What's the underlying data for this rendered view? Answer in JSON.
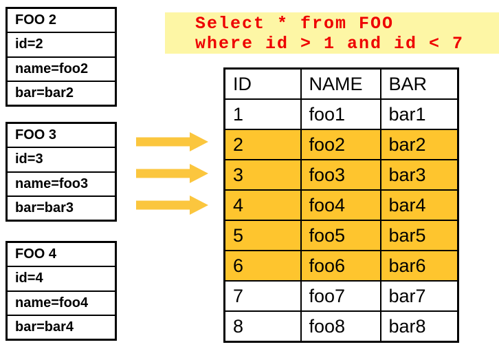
{
  "colors": {
    "highlight_row": "#FEC52E",
    "arrow": "#FBC63E",
    "sql_bg": "#FDF6A5",
    "sql_text": "#EE0000",
    "border": "#000000"
  },
  "record_boxes": [
    {
      "title": "FOO 2",
      "fields": [
        "id=2",
        "name=foo2",
        "bar=bar2"
      ]
    },
    {
      "title": "FOO 3",
      "fields": [
        "id=3",
        "name=foo3",
        "bar=bar3"
      ]
    },
    {
      "title": "FOO 4",
      "fields": [
        "id=4",
        "name=foo4",
        "bar=bar4"
      ]
    }
  ],
  "sql_query": {
    "line1": "Select * from FOO",
    "line2": "where id > 1 and id < 7"
  },
  "table": {
    "headers": {
      "id": "ID",
      "name": "NAME",
      "bar": "BAR"
    },
    "rows": [
      {
        "id": "1",
        "name": "foo1",
        "bar": "bar1",
        "highlighted": false
      },
      {
        "id": "2",
        "name": "foo2",
        "bar": "bar2",
        "highlighted": true
      },
      {
        "id": "3",
        "name": "foo3",
        "bar": "bar3",
        "highlighted": true
      },
      {
        "id": "4",
        "name": "foo4",
        "bar": "bar4",
        "highlighted": true
      },
      {
        "id": "5",
        "name": "foo5",
        "bar": "bar5",
        "highlighted": true
      },
      {
        "id": "6",
        "name": "foo6",
        "bar": "bar6",
        "highlighted": true
      },
      {
        "id": "7",
        "name": "foo7",
        "bar": "bar7",
        "highlighted": false
      },
      {
        "id": "8",
        "name": "foo8",
        "bar": "bar8",
        "highlighted": false
      }
    ]
  }
}
